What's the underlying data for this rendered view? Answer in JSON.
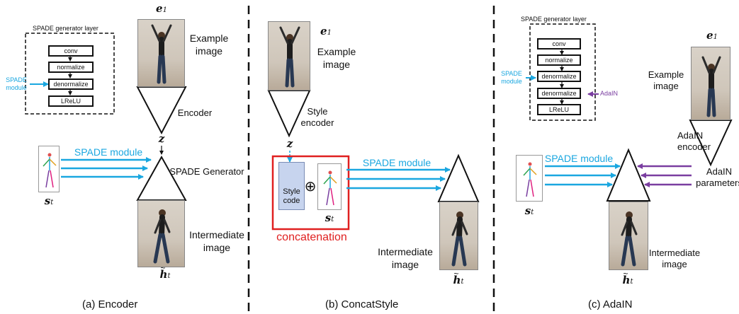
{
  "panels": {
    "a": {
      "caption": "(a) Encoder",
      "spade_layer_title": "SPADE generator layer",
      "layers": [
        "conv",
        "normalize",
        "denormalize",
        "LReLU"
      ],
      "spade_module_side": "SPADE\nmodule",
      "e1_symbol": "e",
      "e1_sub": "1",
      "example_image": "Example\nimage",
      "encoder": "Encoder",
      "z_symbol": "z",
      "spade_module_arrow": "SPADE module",
      "spade_generator": "SPADE Generator",
      "s_symbol": "s",
      "s_sub": "t",
      "intermediate_image": "Intermediate\nimage",
      "h_symbol": "h",
      "h_sub": "t"
    },
    "b": {
      "caption": "(b) ConcatStyle",
      "e1_symbol": "e",
      "e1_sub": "1",
      "example_image": "Example\nimage",
      "style_encoder": "Style\nencoder",
      "z_symbol": "z",
      "style_code": "Style\ncode",
      "oplus": "⊕",
      "s_symbol": "s",
      "s_sub": "t",
      "concatenation": "concatenation",
      "spade_module_arrow": "SPADE module",
      "intermediate_image": "Intermediate\nimage",
      "h_symbol": "h",
      "h_sub": "t"
    },
    "c": {
      "caption": "(c) AdaIN",
      "spade_layer_title": "SPADE generator layer",
      "layers": [
        "conv",
        "normalize",
        "denormalize",
        "denormalize",
        "LReLU"
      ],
      "spade_module_side": "SPADE\nmodule",
      "adain_side": "AdaIN",
      "e1_symbol": "e",
      "e1_sub": "1",
      "example_image": "Example\nimage",
      "adain_encoder": "AdaIN\nencoder",
      "adain_parameters": "AdaIN\nparameters",
      "spade_module_arrow": "SPADE module",
      "s_symbol": "s",
      "s_sub": "t",
      "intermediate_image": "Intermediate\nimage",
      "h_symbol": "h",
      "h_sub": "t"
    }
  },
  "colors": {
    "spade_blue": "#1aa7e0",
    "adain_purple": "#7a3ea0",
    "concat_red": "#e02020",
    "style_code_fill": "#c7d4ee"
  }
}
